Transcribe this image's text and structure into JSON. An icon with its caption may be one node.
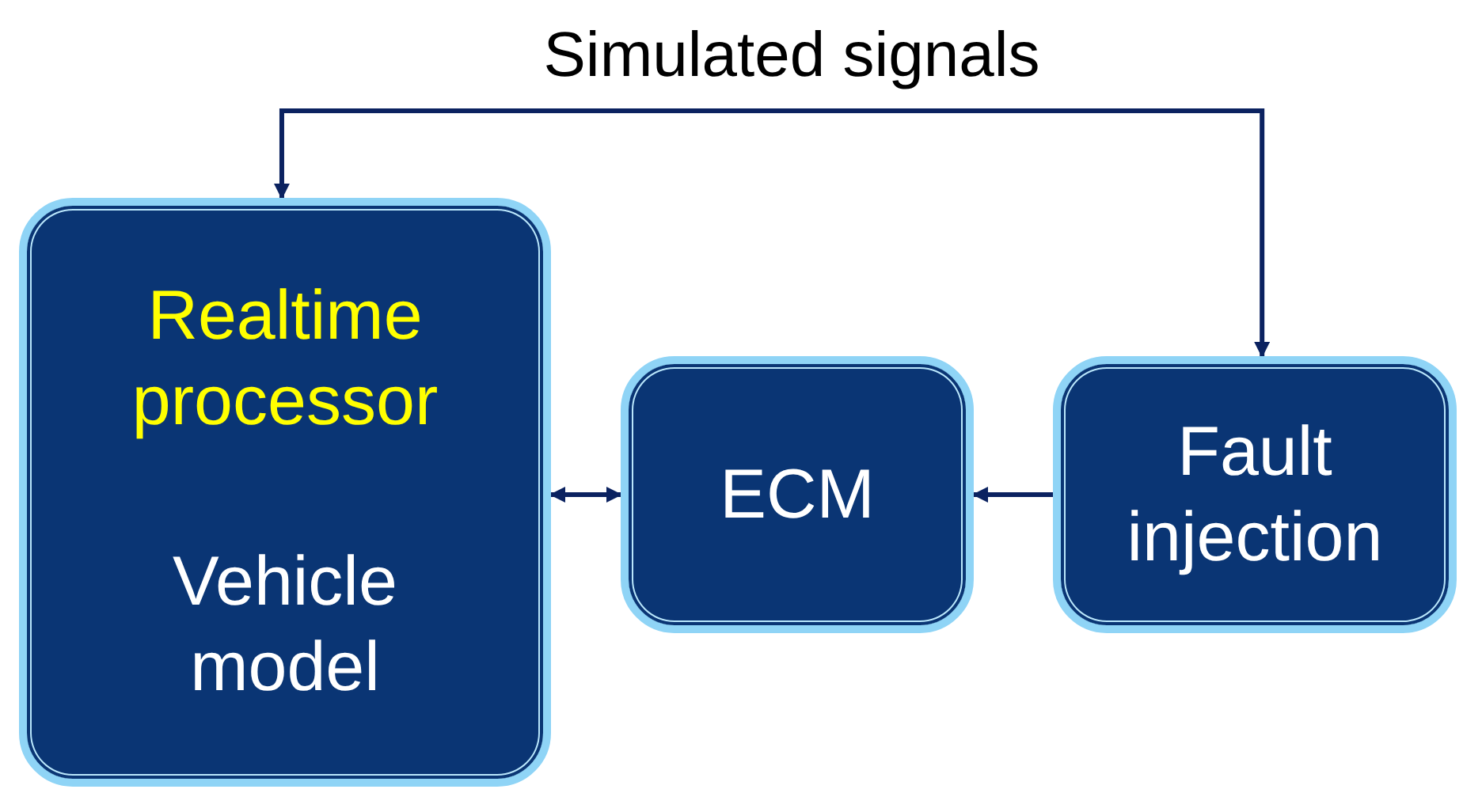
{
  "diagram": {
    "nodes": [
      {
        "text": [
          "Realtime processor",
          "Vehicle model"
        ]
      },
      {
        "text": [
          "ECM"
        ]
      },
      {
        "text": [
          "Fault injection"
        ]
      }
    ],
    "edges": [
      {
        "from": 2,
        "to": 0,
        "arrow": "both",
        "label": "Simulated signals"
      },
      {
        "from": 0,
        "to": 1,
        "arrow": "both"
      },
      {
        "from": 2,
        "to": 1,
        "arrow": "to"
      }
    ]
  }
}
